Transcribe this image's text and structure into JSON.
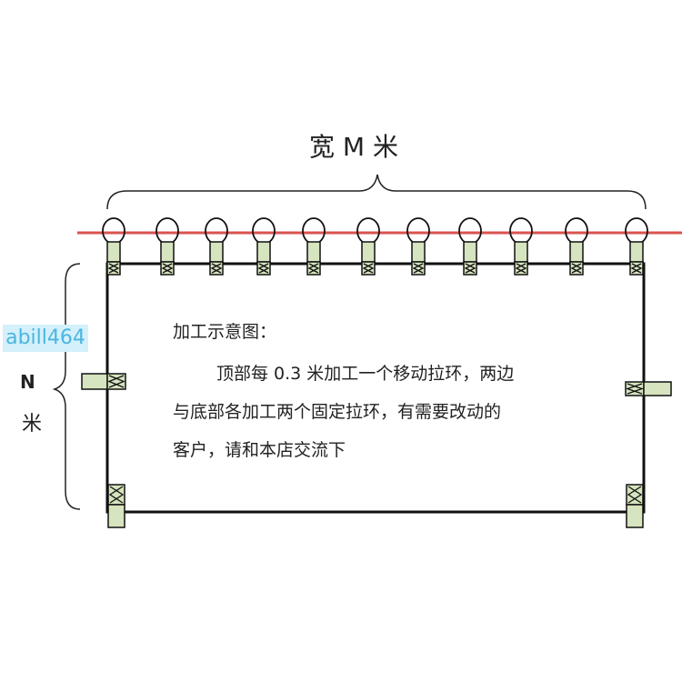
{
  "width_label": "宽 M 米",
  "height_label_n": "N",
  "height_label_unit": "米",
  "watermark": "abill464",
  "description": {
    "heading": "加工示意图：",
    "line1": "顶部每 0.3 米加工一个移动拉环，两边",
    "line2": "与底部各加工两个固定拉环，有需要改动的",
    "line3": "客户，请和本店交流下"
  },
  "colors": {
    "rod": "#d9534f",
    "clip": "#d6e4bf",
    "frame": "#111111"
  }
}
